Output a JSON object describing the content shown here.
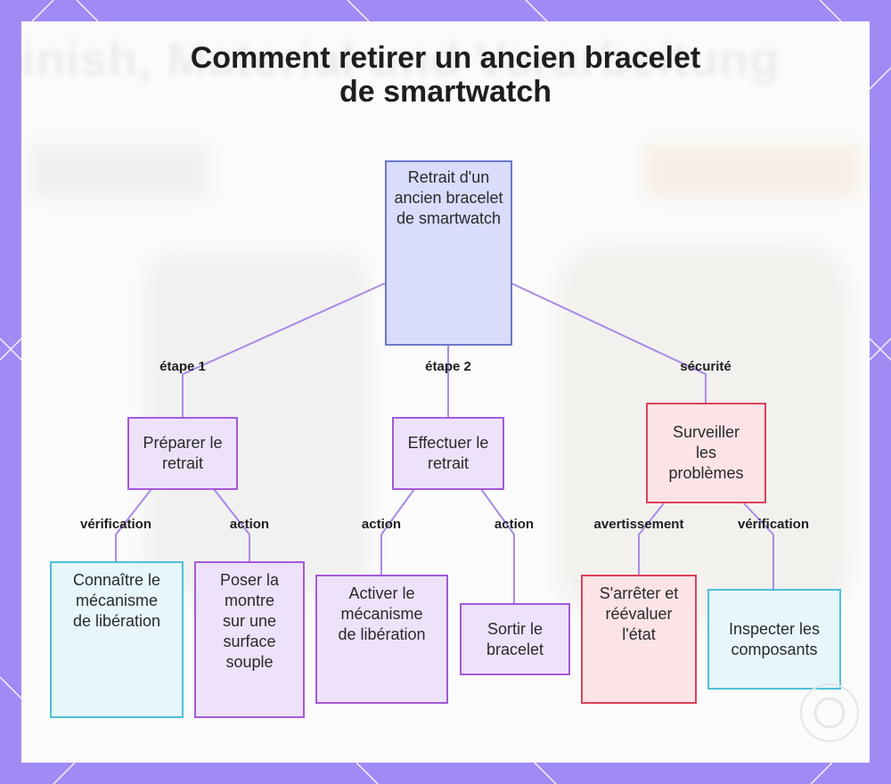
{
  "title": "Comment retirer un ancien bracelet\nde smartwatch",
  "watermark_text": "inish, Material und Verarbeitung",
  "colors": {
    "frame": "#a08af4",
    "connector": "#a98ae6",
    "root_fill": "#d9dcfa",
    "purple_fill": "#eee2fb",
    "red_fill": "#fbe3e6",
    "cyan_fill": "#e6f6fb"
  },
  "nodes": {
    "root": "Retrait d'un ancien bracelet de smartwatch",
    "prepare": "Préparer le retrait",
    "perform": "Effectuer le retrait",
    "monitor": "Surveiller les problèmes",
    "know": "Connaître le mécanisme de libération",
    "place": "Poser la montre sur une surface souple",
    "activate": "Activer le mécanisme de libération",
    "remove": "Sortir le bracelet",
    "stop": "S'arrêter et réévaluer l'état",
    "inspect": "Inspecter les composants"
  },
  "edges": {
    "step1": "étape 1",
    "step2": "étape 2",
    "safety": "sécurité",
    "verif1": "vérification",
    "action1": "action",
    "action2": "action",
    "action3": "action",
    "warning": "avertissement",
    "verif2": "vérification"
  }
}
